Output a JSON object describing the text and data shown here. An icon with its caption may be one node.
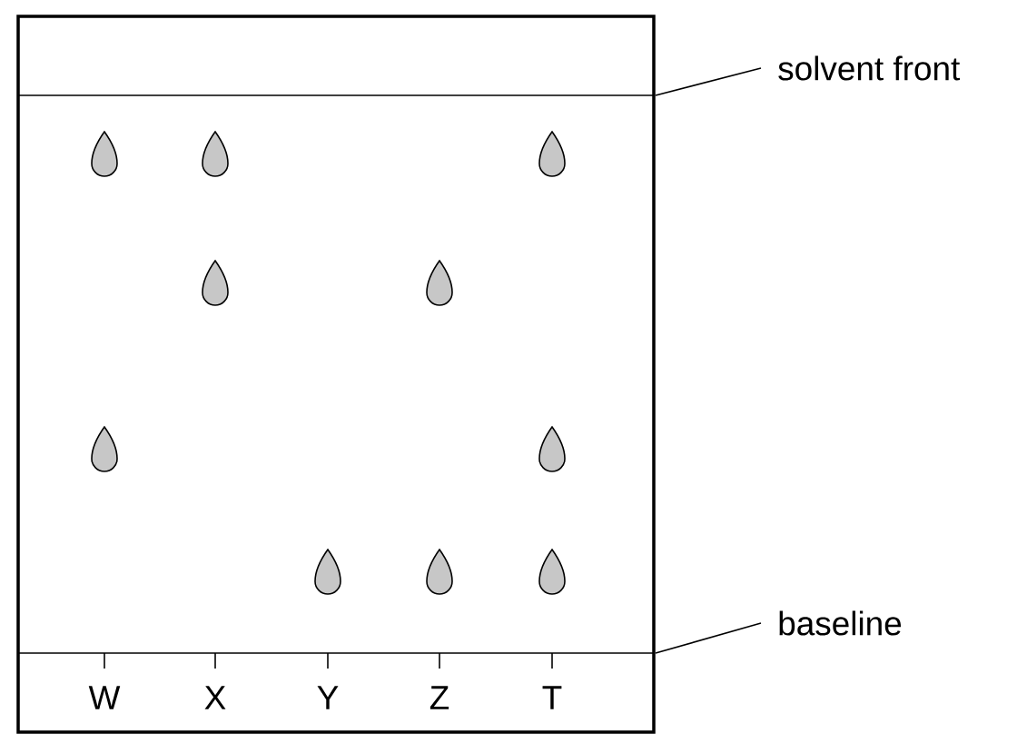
{
  "diagram": {
    "nodes": [
      {
        "text": [
          "solvent front"
        ]
      },
      {
        "text": [
          "baseline"
        ]
      }
    ],
    "edges": [
      {
        "from": 0,
        "to": null,
        "arrow": "none"
      },
      {
        "from": 1,
        "to": null,
        "arrow": "none"
      }
    ],
    "labels": [
      "W",
      "X",
      "Y",
      "Z",
      "T"
    ]
  }
}
